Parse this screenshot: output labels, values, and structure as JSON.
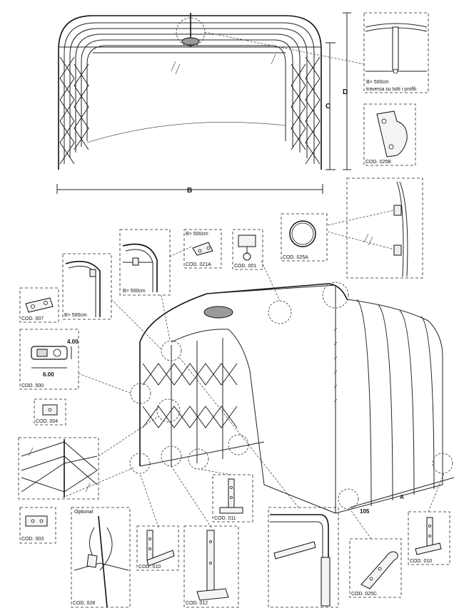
{
  "dimensions": {
    "b": "B",
    "c": "C",
    "d": "D",
    "a": "A",
    "spacing": "105",
    "profile_w": "6.00",
    "profile_h": "4.00"
  },
  "notes": {
    "top_detail_1": "B> 500cm",
    "top_detail_2": "traversa su tutti i profili",
    "b500_small": "B> 500cm",
    "b500_left": "B> 500cm",
    "b500_mid": "B> 500cm",
    "optional": "Optional"
  },
  "codes": {
    "c258": "COD. 025B",
    "c021a": "COD. 021A",
    "c001": "COD. 001",
    "c025a": "COD. 025A",
    "c007": "COD. 007",
    "c500": "COD. 500",
    "c004": "COD. 004",
    "c003": "COD. 003",
    "c028": "COD. 028",
    "c010a": "COD. 010",
    "c012": "COD. 012",
    "c011": "COD. 011",
    "c025c": "COD. 025C",
    "c010b": "COD. 010"
  }
}
